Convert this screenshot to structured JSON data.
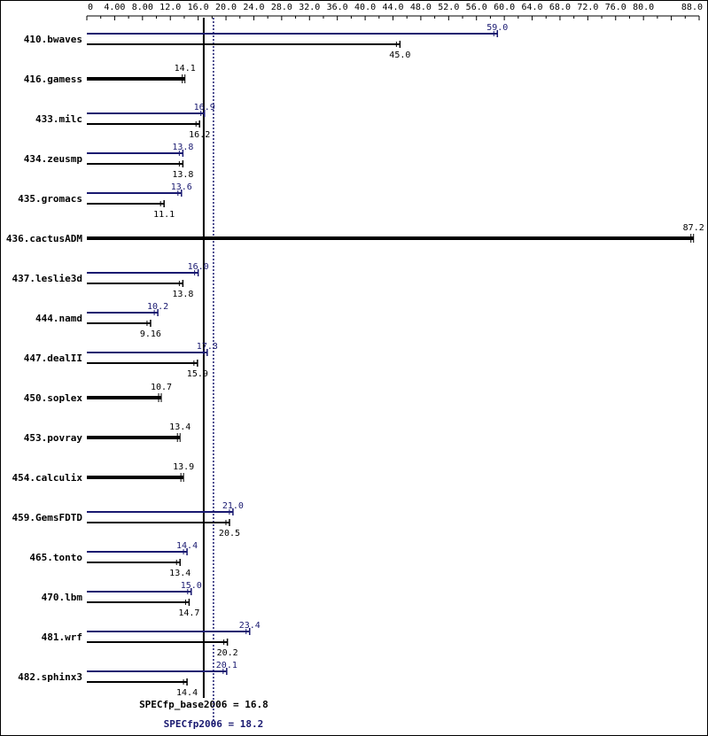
{
  "chart_data": {
    "type": "bar",
    "orientation": "horizontal",
    "x_ticks": [
      "0",
      "4.00",
      "8.00",
      "12.0",
      "16.0",
      "20.0",
      "24.0",
      "28.0",
      "32.0",
      "36.0",
      "40.0",
      "44.0",
      "48.0",
      "52.0",
      "56.0",
      "60.0",
      "64.0",
      "68.0",
      "72.0",
      "76.0",
      "80.0",
      "88.0"
    ],
    "x_tick_values": [
      0,
      4,
      8,
      12,
      16,
      20,
      24,
      28,
      32,
      36,
      40,
      44,
      48,
      52,
      56,
      60,
      64,
      68,
      72,
      76,
      80,
      88
    ],
    "xlim": [
      0,
      88
    ],
    "series_colors": {
      "peak": "#191970",
      "base": "#000000"
    },
    "categories": [
      "410.bwaves",
      "416.gamess",
      "433.milc",
      "434.zeusmp",
      "435.gromacs",
      "436.cactusADM",
      "437.leslie3d",
      "444.namd",
      "447.dealII",
      "450.soplex",
      "453.povray",
      "454.calculix",
      "459.GemsFDTD",
      "465.tonto",
      "470.lbm",
      "481.wrf",
      "482.sphinx3"
    ],
    "series": [
      {
        "values": [
          59.0,
          null,
          16.9,
          13.8,
          13.6,
          null,
          16.0,
          10.2,
          17.3,
          null,
          null,
          null,
          21.0,
          14.4,
          15.0,
          23.4,
          20.1
        ],
        "labels": [
          "59.0",
          "",
          "16.9",
          "13.8",
          "13.6",
          "",
          "16.0",
          "10.2",
          "17.3",
          "",
          "",
          "",
          "21.0",
          "14.4",
          "15.0",
          "23.4",
          "20.1"
        ]
      },
      {
        "values": [
          45.0,
          14.1,
          16.2,
          13.8,
          11.1,
          87.2,
          13.8,
          9.16,
          15.9,
          10.7,
          13.4,
          13.9,
          20.5,
          13.4,
          14.7,
          20.2,
          14.4
        ],
        "labels": [
          "45.0",
          "14.1",
          "16.2",
          "13.8",
          "11.1",
          "87.2",
          "13.8",
          "9.16",
          "15.9",
          "10.7",
          "13.4",
          "13.9",
          "20.5",
          "13.4",
          "14.7",
          "20.2",
          "14.4"
        ]
      }
    ],
    "reference_lines": [
      {
        "label": "SPECfp_base2006 = 16.8",
        "value": 16.8,
        "style": "solid",
        "color": "#000000"
      },
      {
        "label": "SPECfp2006 = 18.2",
        "value": 18.2,
        "style": "dotted",
        "color": "#191970"
      }
    ]
  }
}
